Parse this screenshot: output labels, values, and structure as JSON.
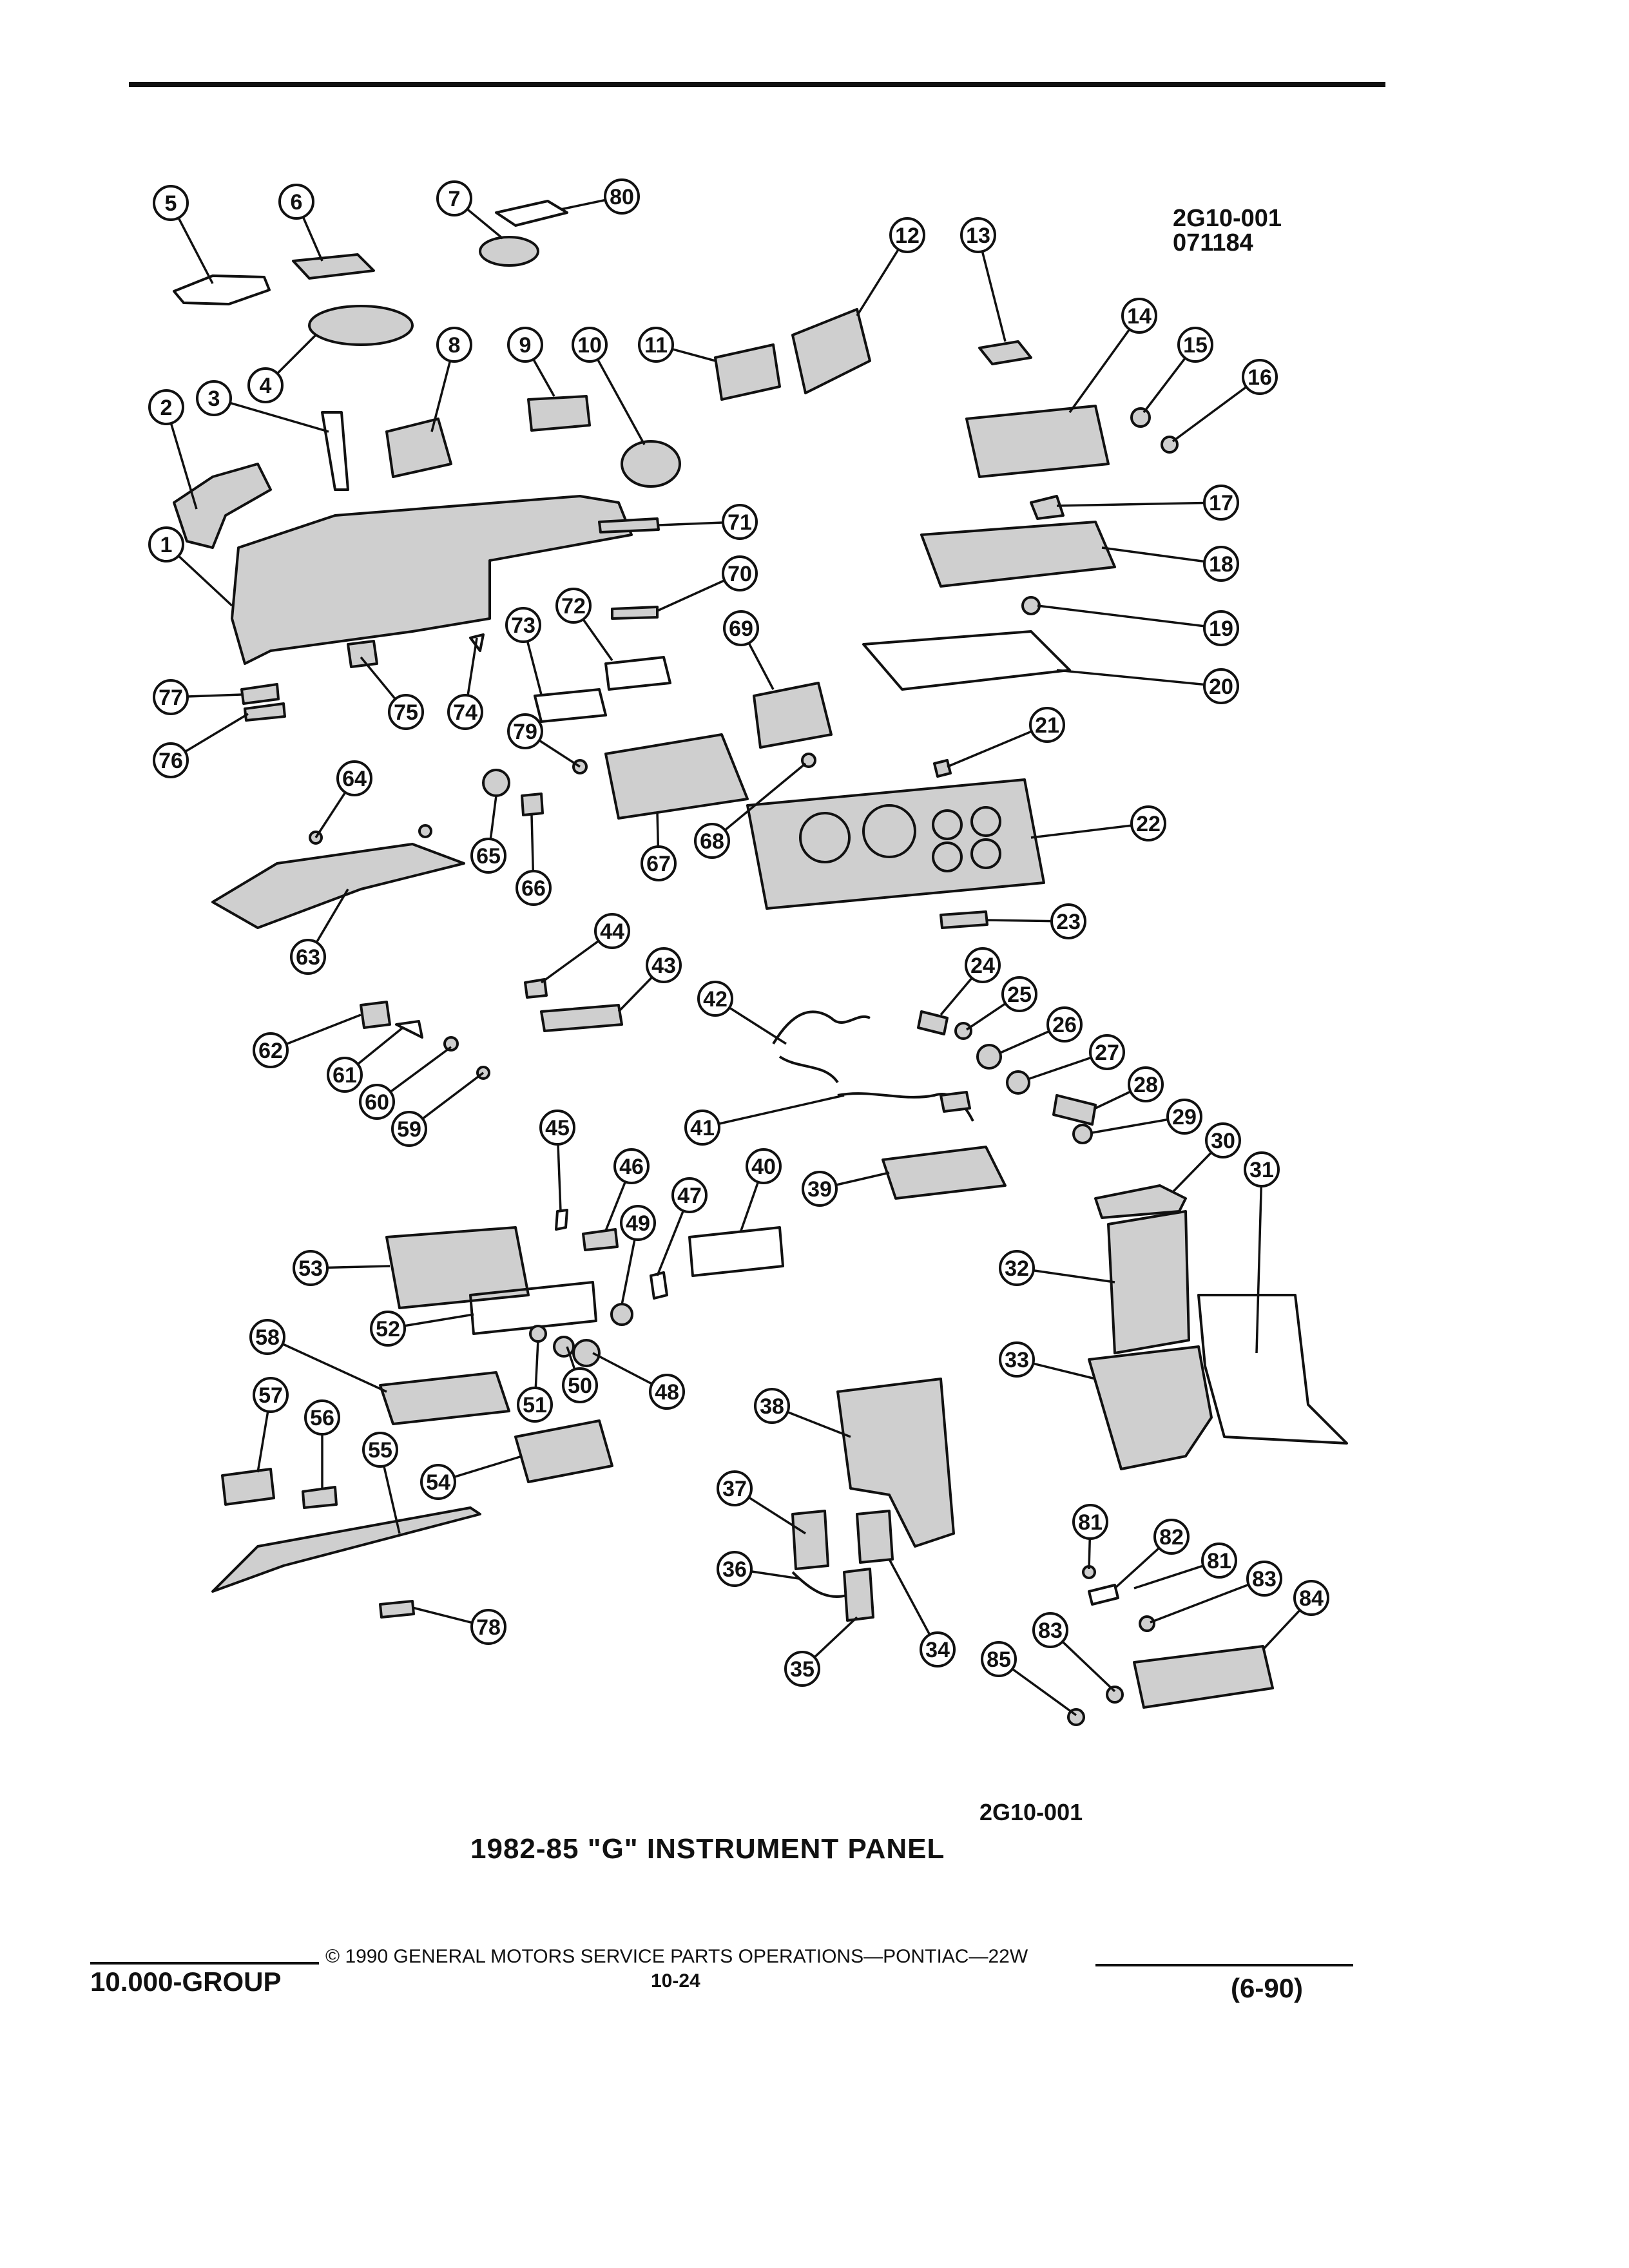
{
  "header": {
    "figure_code": "2G10-001",
    "date_code": "071184"
  },
  "figure": {
    "code_bottom": "2G10-001",
    "title": "1982-85 \"G\" INSTRUMENT PANEL"
  },
  "footer": {
    "copyright": "© 1990 GENERAL MOTORS SERVICE PARTS OPERATIONS—PONTIAC—22W",
    "group": "10.000-GROUP",
    "page": "10-24",
    "revision": "(6-90)"
  },
  "callouts": [
    {
      "label": "1"
    },
    {
      "label": "2"
    },
    {
      "label": "3"
    },
    {
      "label": "4"
    },
    {
      "label": "5"
    },
    {
      "label": "6"
    },
    {
      "label": "7"
    },
    {
      "label": "80"
    },
    {
      "label": "8"
    },
    {
      "label": "9"
    },
    {
      "label": "10"
    },
    {
      "label": "11"
    },
    {
      "label": "12"
    },
    {
      "label": "13"
    },
    {
      "label": "14"
    },
    {
      "label": "15"
    },
    {
      "label": "16"
    },
    {
      "label": "17"
    },
    {
      "label": "18"
    },
    {
      "label": "19"
    },
    {
      "label": "20"
    },
    {
      "label": "21"
    },
    {
      "label": "22"
    },
    {
      "label": "23"
    },
    {
      "label": "24"
    },
    {
      "label": "25"
    },
    {
      "label": "26"
    },
    {
      "label": "27"
    },
    {
      "label": "28"
    },
    {
      "label": "29"
    },
    {
      "label": "30"
    },
    {
      "label": "31"
    },
    {
      "label": "32"
    },
    {
      "label": "33"
    },
    {
      "label": "34"
    },
    {
      "label": "35"
    },
    {
      "label": "36"
    },
    {
      "label": "37"
    },
    {
      "label": "38"
    },
    {
      "label": "39"
    },
    {
      "label": "40"
    },
    {
      "label": "41"
    },
    {
      "label": "42"
    },
    {
      "label": "43"
    },
    {
      "label": "44"
    },
    {
      "label": "45"
    },
    {
      "label": "46"
    },
    {
      "label": "47"
    },
    {
      "label": "48"
    },
    {
      "label": "49"
    },
    {
      "label": "50"
    },
    {
      "label": "51"
    },
    {
      "label": "52"
    },
    {
      "label": "53"
    },
    {
      "label": "54"
    },
    {
      "label": "55"
    },
    {
      "label": "56"
    },
    {
      "label": "57"
    },
    {
      "label": "58"
    },
    {
      "label": "59"
    },
    {
      "label": "60"
    },
    {
      "label": "61"
    },
    {
      "label": "62"
    },
    {
      "label": "63"
    },
    {
      "label": "64"
    },
    {
      "label": "65"
    },
    {
      "label": "66"
    },
    {
      "label": "67"
    },
    {
      "label": "68"
    },
    {
      "label": "69"
    },
    {
      "label": "70"
    },
    {
      "label": "71"
    },
    {
      "label": "72"
    },
    {
      "label": "73"
    },
    {
      "label": "74"
    },
    {
      "label": "75"
    },
    {
      "label": "76"
    },
    {
      "label": "77"
    },
    {
      "label": "78"
    },
    {
      "label": "79"
    },
    {
      "label": "81"
    },
    {
      "label": "82"
    },
    {
      "label": "81"
    },
    {
      "label": "83"
    },
    {
      "label": "84"
    },
    {
      "label": "83"
    },
    {
      "label": "85"
    }
  ]
}
